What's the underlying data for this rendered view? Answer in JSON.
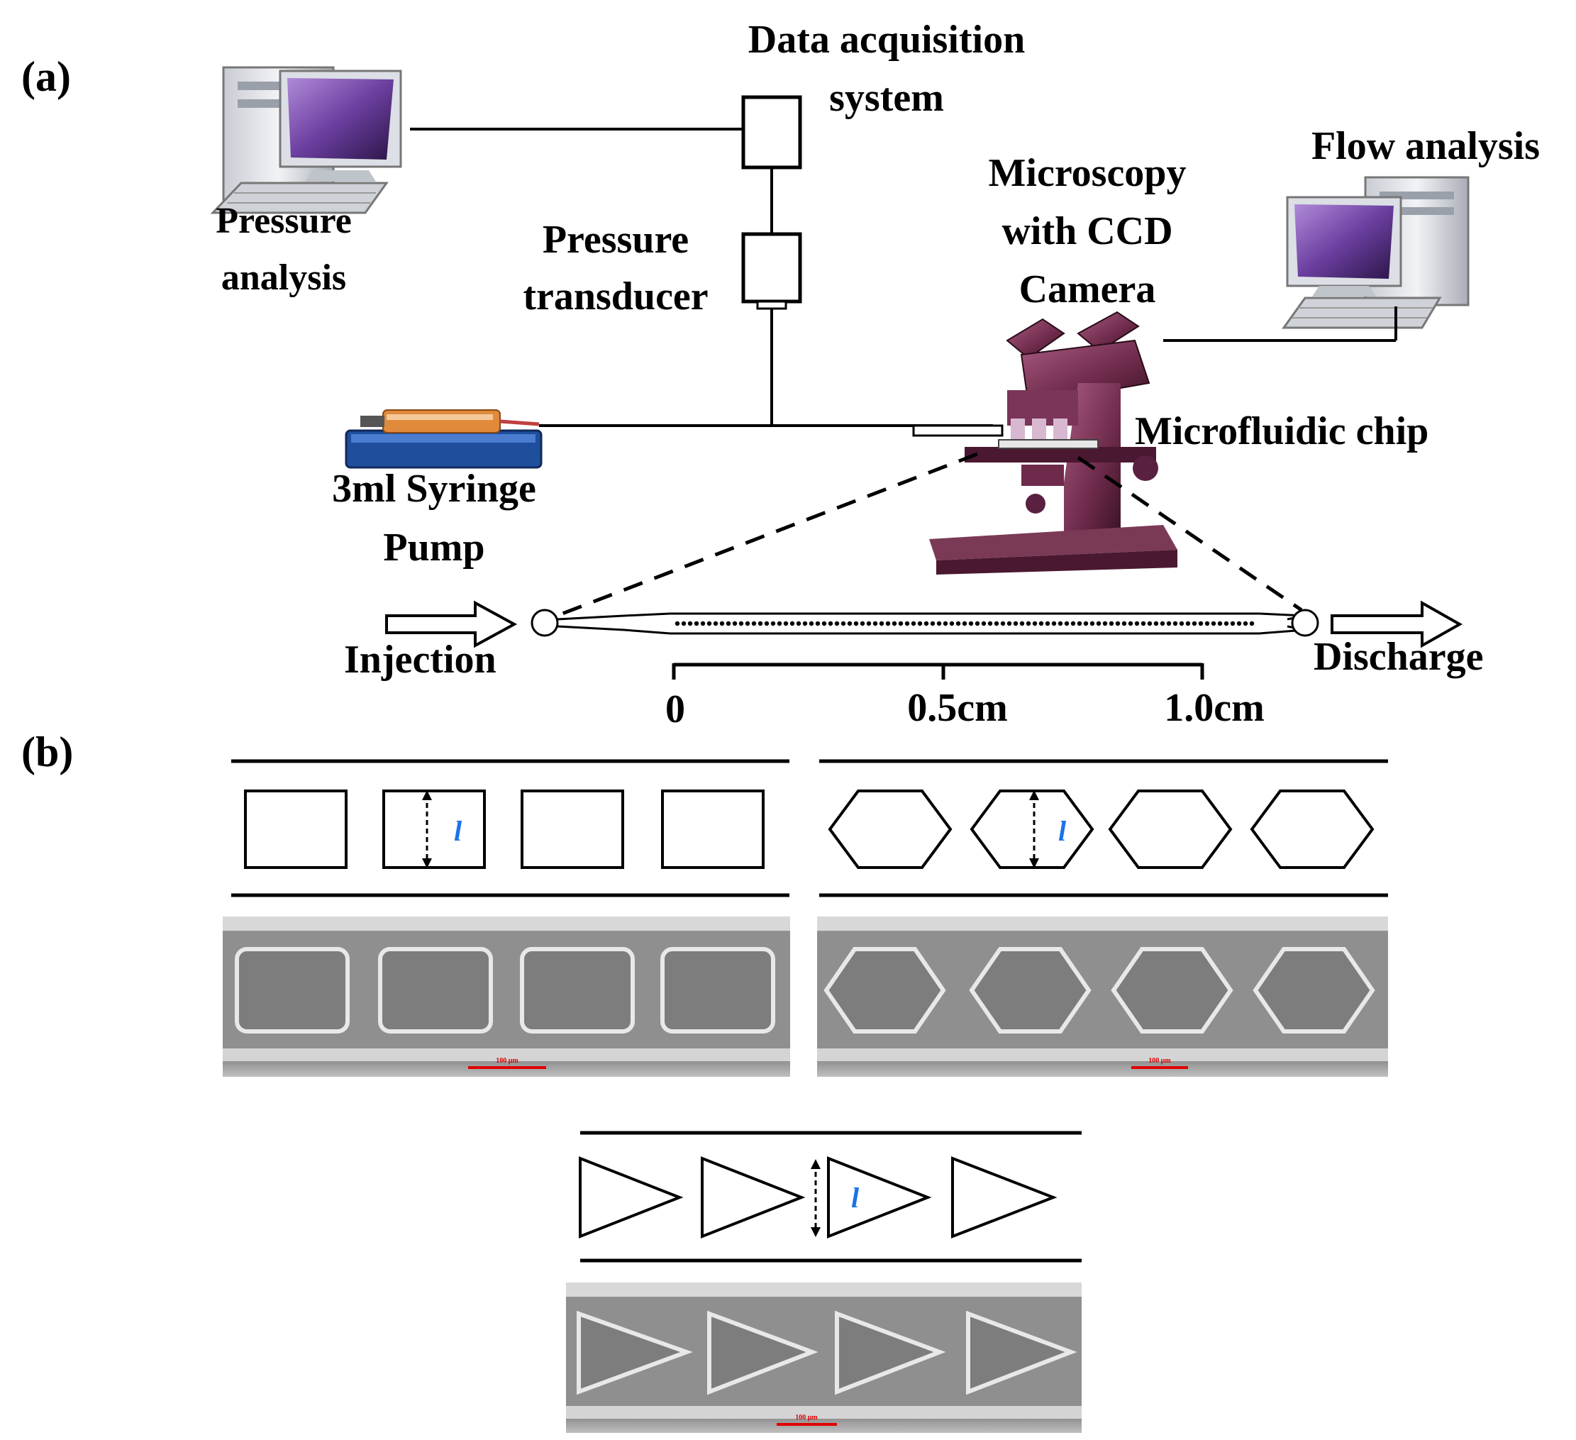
{
  "panel_a": {
    "label": "(a)",
    "daq_title": [
      "Data acquisition",
      "system"
    ],
    "pressure_analysis": [
      "Pressure",
      "analysis"
    ],
    "pressure_transducer": [
      "Pressure",
      "transducer"
    ],
    "microscopy": [
      "Microscopy",
      "with CCD",
      "Camera"
    ],
    "flow_analysis": "Flow analysis",
    "microfluidic_chip": "Microfluidic chip",
    "syringe_pump": [
      "3ml Syringe",
      "Pump"
    ],
    "injection": "Injection",
    "discharge": "Discharge",
    "scale": [
      "0",
      "0.5cm",
      "1.0cm"
    ]
  },
  "panel_b": {
    "label": "(b)",
    "dimension_symbol": "l",
    "scale_bar_text": "100 μm",
    "scale_color": "#e00000",
    "dimension_color": "#1a73e8"
  },
  "icons": {
    "computers": [
      "desktop-computer-icon",
      "desktop-computer-icon"
    ],
    "microscope": "microscope-icon",
    "syringe_pump": "syringe-pump-icon"
  },
  "colors": {
    "screen": "#6b3fa0",
    "microscope": "#6d2a4a",
    "pump_base": "#1f4e9c",
    "syringe": "#e08a3c",
    "sem_bg": "#9a9a9a"
  }
}
